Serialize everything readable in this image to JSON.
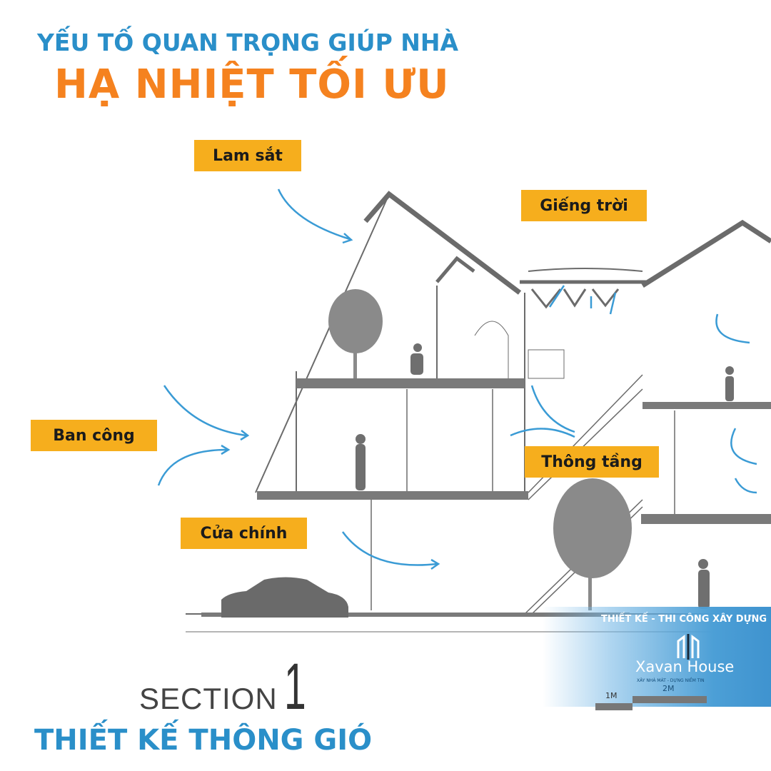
{
  "header": {
    "title_line1": "YẾU TỐ QUAN TRỌNG GIÚP NHÀ",
    "title_line2": "HẠ NHIỆT TỐI ƯU"
  },
  "labels": {
    "lam_sat": "Lam sắt",
    "gieng_troi": "Giếng trời",
    "ban_cong": "Ban công",
    "thong_tang": "Thông tầng",
    "cua_chinh": "Cửa chính"
  },
  "footer": {
    "section_word": "SECTION",
    "section_number": "1",
    "title": "THIẾT KẾ THÔNG GIÓ"
  },
  "scale": {
    "mark1": "1M",
    "mark2": "2M"
  },
  "watermark": {
    "tagline": "THIẾT KẾ - THI CÔNG XÂY DỰNG",
    "brand": "Xavan House",
    "slogan": "XÂY NHÀ MÁT - DỰNG NIỀM TIN"
  },
  "colors": {
    "blue": "#2a8fc9",
    "orange": "#f5821f",
    "label": "#f6ae1d",
    "arrow": "#3a9bd5"
  }
}
